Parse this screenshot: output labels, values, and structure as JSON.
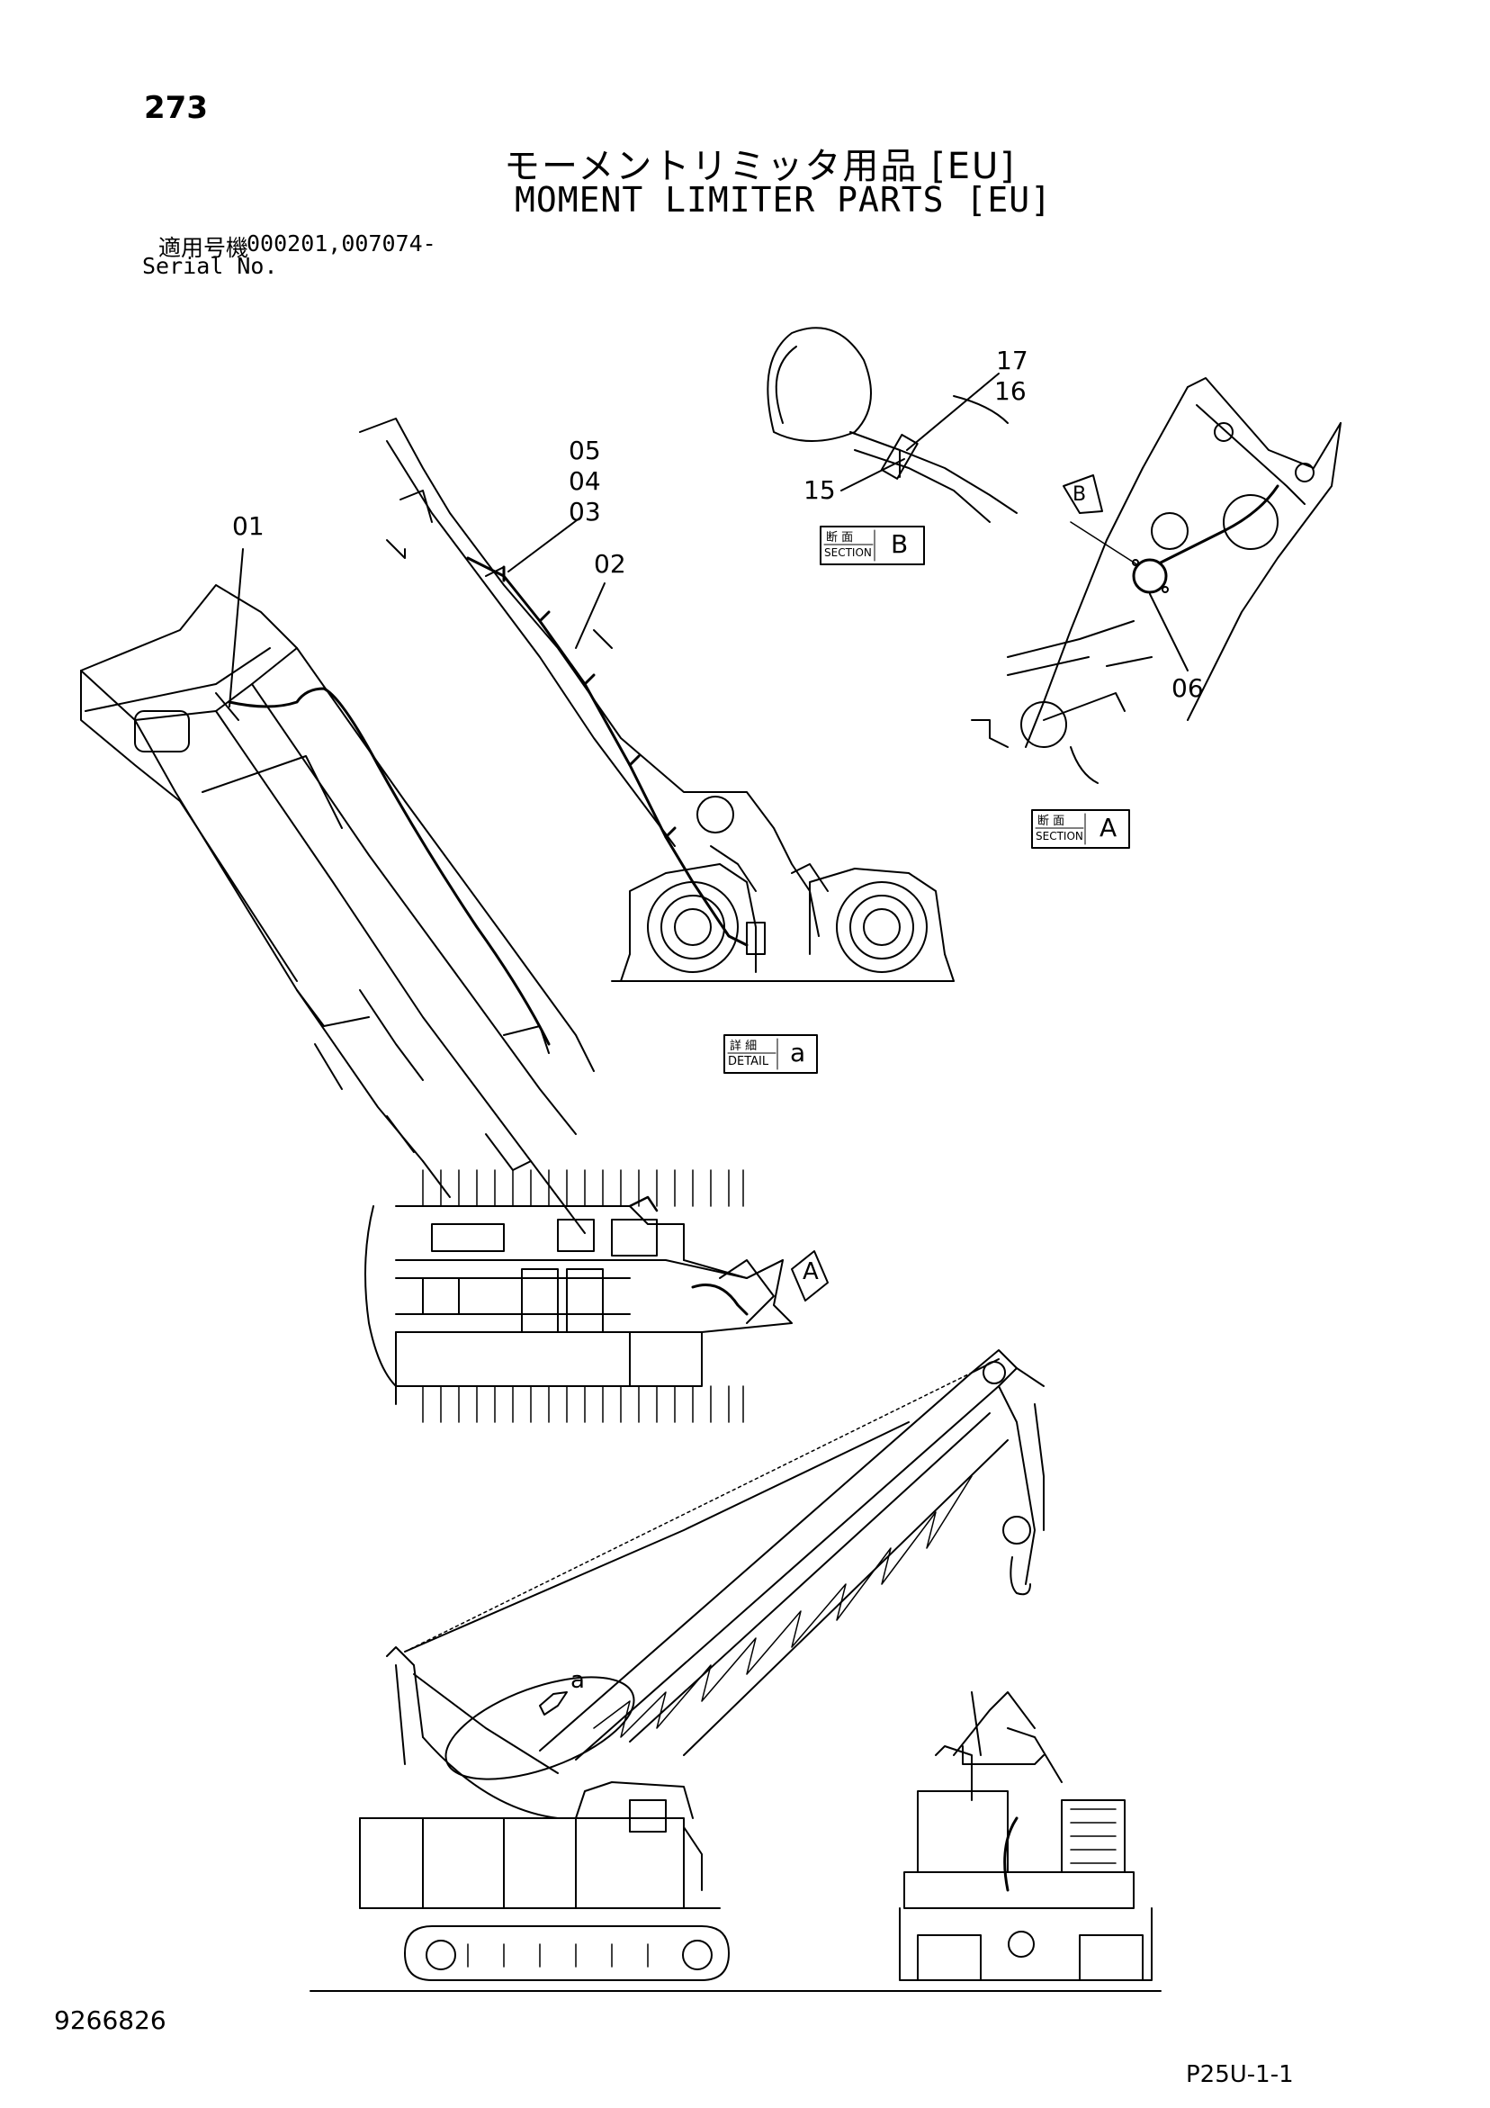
{
  "header": {
    "page_number": "273",
    "title_ja": "モーメントリミッタ用品 [EU]",
    "title_en": "MOMENT LIMITER PARTS [EU]",
    "serial_label_ja": "適用号機",
    "serial_values": "000201,007074-",
    "serial_label_en": "Serial No."
  },
  "callouts": {
    "c01": "01",
    "c02": "02",
    "c03": "03",
    "c04": "04",
    "c05": "05",
    "c06": "06",
    "c15": "15",
    "c16": "16",
    "c17": "17"
  },
  "view_labels": {
    "section_b": {
      "ja": "断 面",
      "en": "SECTION",
      "letter": "B"
    },
    "section_a": {
      "ja": "断 面",
      "en": "SECTION",
      "letter": "A"
    },
    "detail_a": {
      "ja": "詳 細",
      "en": "DETAIL",
      "letter": "a"
    },
    "arrow_a": "A",
    "arrow_b": "B",
    "detail_pointer": "a"
  },
  "footer": {
    "doc_number": "9266826",
    "plate_code": "P25U-1-1"
  }
}
